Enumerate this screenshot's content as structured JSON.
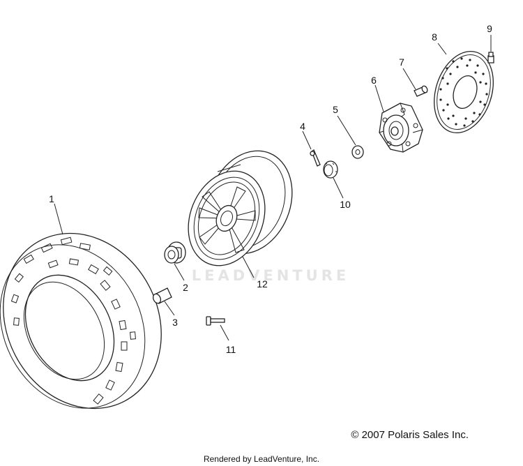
{
  "diagram": {
    "watermark": "LEADVENTURE",
    "copyright": "© 2007 Polaris Sales Inc.",
    "rendered_by": "Rendered by LeadVenture, Inc.",
    "callouts": [
      "1",
      "2",
      "3",
      "4",
      "5",
      "6",
      "7",
      "8",
      "9",
      "10",
      "11",
      "12"
    ]
  }
}
